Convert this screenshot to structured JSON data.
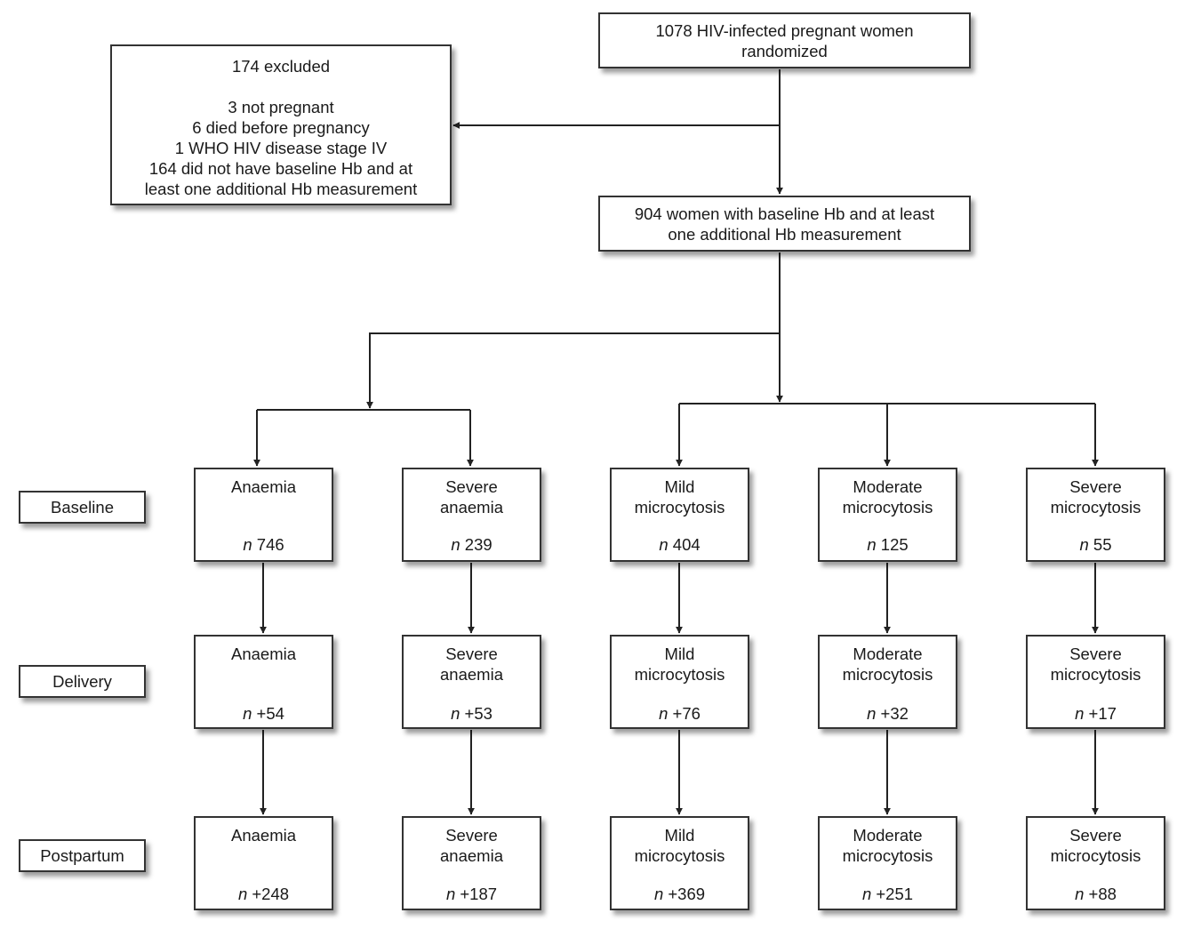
{
  "top": {
    "randomized": [
      "1078 HIV-infected pregnant women",
      "randomized"
    ],
    "excluded_title": "174 excluded",
    "excluded_reasons": [
      "3 not pregnant",
      "6 died before pregnancy",
      "1 WHO HIV disease stage IV",
      "164 did not have baseline Hb and at",
      "least one additional Hb measurement"
    ],
    "included": [
      "904 women with baseline Hb and at least",
      "one additional Hb measurement"
    ]
  },
  "stages": [
    "Baseline",
    "Delivery",
    "Postpartum"
  ],
  "groups": [
    {
      "label": [
        "Anaemia"
      ],
      "n": [
        "746",
        "+54",
        "+248"
      ]
    },
    {
      "label": [
        "Severe",
        "anaemia"
      ],
      "n": [
        "239",
        "+53",
        "+187"
      ]
    },
    {
      "label": [
        "Mild",
        "microcytosis"
      ],
      "n": [
        "404",
        "+76",
        "+369"
      ]
    },
    {
      "label": [
        "Moderate",
        "microcytosis"
      ],
      "n": [
        "125",
        "+32",
        "+251"
      ]
    },
    {
      "label": [
        "Severe",
        "microcytosis"
      ],
      "n": [
        "55",
        "+17",
        "+88"
      ]
    }
  ],
  "n_symbol": "n"
}
